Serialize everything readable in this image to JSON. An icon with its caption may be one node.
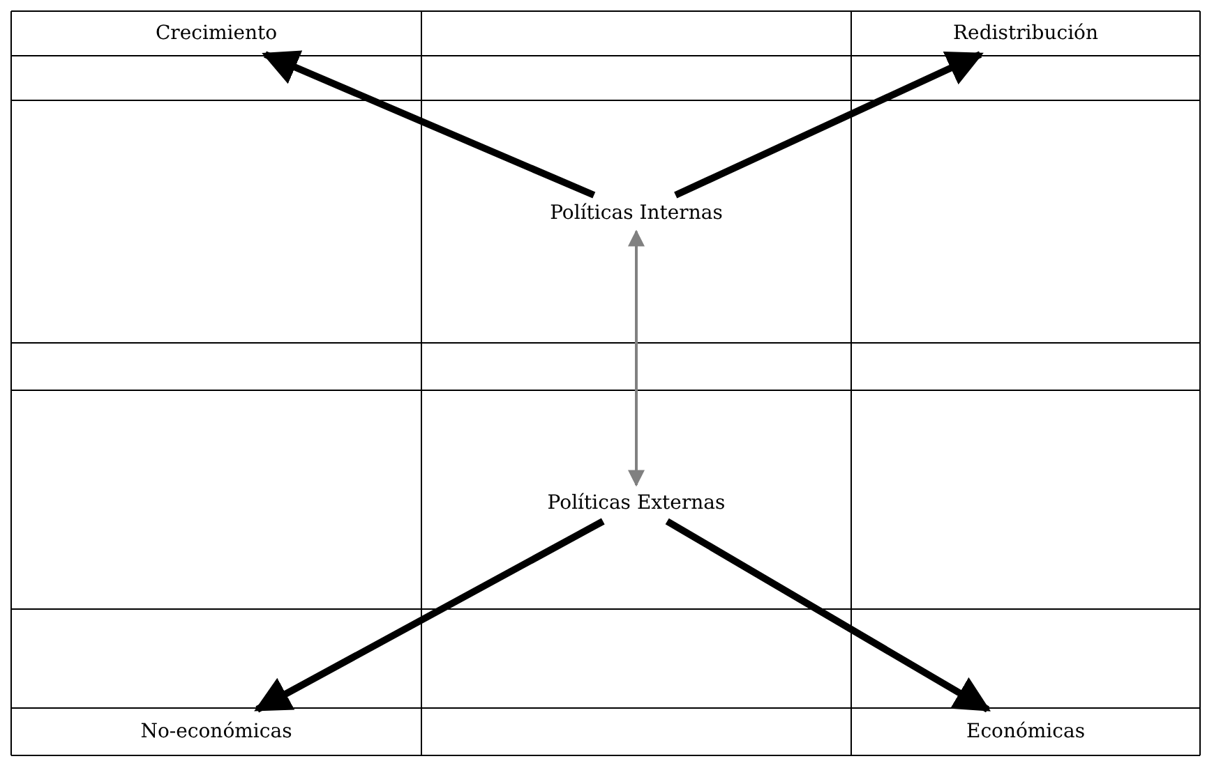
{
  "diagram": {
    "nodes": [
      {
        "text": [
          "Crecimiento"
        ]
      },
      {
        "text": [
          "Redistribución"
        ]
      },
      {
        "text": [
          "Políticas Internas"
        ]
      },
      {
        "text": [
          "Políticas Externas"
        ]
      },
      {
        "text": [
          "No-económicas"
        ]
      },
      {
        "text": [
          "Económicas"
        ]
      }
    ],
    "edges": [
      {
        "from": 2,
        "to": 0,
        "arrow": "to"
      },
      {
        "from": 2,
        "to": 1,
        "arrow": "to"
      },
      {
        "from": 2,
        "to": 3,
        "arrow": "both",
        "color": "#808080"
      },
      {
        "from": 3,
        "to": 4,
        "arrow": "to"
      },
      {
        "from": 3,
        "to": 5,
        "arrow": "to"
      }
    ]
  }
}
